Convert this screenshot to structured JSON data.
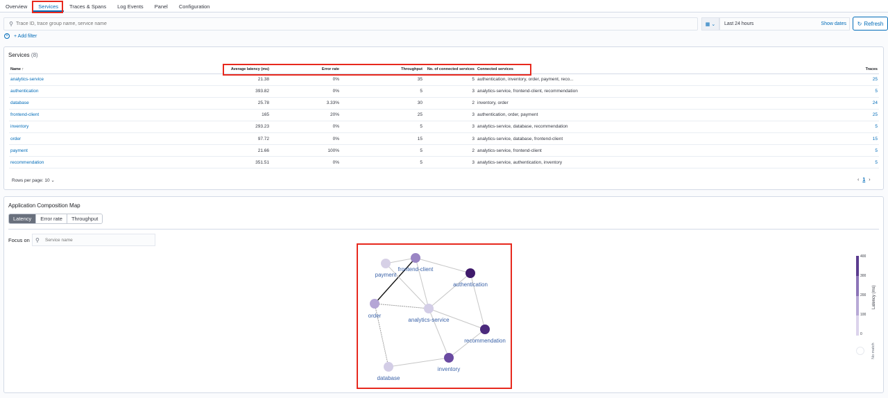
{
  "tabs": [
    {
      "label": "Overview",
      "active": false
    },
    {
      "label": "Services",
      "active": true
    },
    {
      "label": "Traces & Spans",
      "active": false
    },
    {
      "label": "Log Events",
      "active": false
    },
    {
      "label": "Panel",
      "active": false
    },
    {
      "label": "Configuration",
      "active": false
    }
  ],
  "search": {
    "placeholder": "Trace ID, trace group name, service name"
  },
  "date": {
    "range": "Last 24 hours",
    "show_dates": "Show dates"
  },
  "refresh_label": "Refresh",
  "add_filter_label": "+ Add filter",
  "services_panel": {
    "title": "Services",
    "count": "(8)",
    "columns": {
      "name": "Name",
      "sort_indicator": "↑",
      "avg_latency": "Average latency (ms)",
      "error_rate": "Error rate",
      "throughput": "Throughput",
      "connected_count": "No. of connected services",
      "connected": "Connected services",
      "traces": "Traces"
    },
    "rows": [
      {
        "name": "analytics-service",
        "latency": "21.38",
        "error_rate": "0%",
        "throughput": "35",
        "connected_count": "5",
        "connected": "authentication, inventory, order, payment, reco...",
        "traces": "25"
      },
      {
        "name": "authentication",
        "latency": "393.82",
        "error_rate": "0%",
        "throughput": "5",
        "connected_count": "3",
        "connected": "analytics-service, frontend-client, recommendation",
        "traces": "5"
      },
      {
        "name": "database",
        "latency": "25.78",
        "error_rate": "3.33%",
        "throughput": "30",
        "connected_count": "2",
        "connected": "inventory, order",
        "traces": "24"
      },
      {
        "name": "frontend-client",
        "latency": "165",
        "error_rate": "20%",
        "throughput": "25",
        "connected_count": "3",
        "connected": "authentication, order, payment",
        "traces": "25"
      },
      {
        "name": "inventory",
        "latency": "293.23",
        "error_rate": "0%",
        "throughput": "5",
        "connected_count": "3",
        "connected": "analytics-service, database, recommendation",
        "traces": "5"
      },
      {
        "name": "order",
        "latency": "97.72",
        "error_rate": "0%",
        "throughput": "15",
        "connected_count": "3",
        "connected": "analytics-service, database, frontend-client",
        "traces": "15"
      },
      {
        "name": "payment",
        "latency": "21.66",
        "error_rate": "100%",
        "throughput": "5",
        "connected_count": "2",
        "connected": "analytics-service, frontend-client",
        "traces": "5"
      },
      {
        "name": "recommendation",
        "latency": "351.51",
        "error_rate": "0%",
        "throughput": "5",
        "connected_count": "3",
        "connected": "analytics-service, authentication, inventory",
        "traces": "5"
      }
    ],
    "rows_per_page": "Rows per page: 10",
    "page": "1"
  },
  "map_panel": {
    "title": "Application Composition Map",
    "metric_buttons": [
      {
        "label": "Latency",
        "active": true
      },
      {
        "label": "Error rate",
        "active": false
      },
      {
        "label": "Throughput",
        "active": false
      }
    ],
    "focus_label": "Focus on",
    "focus_placeholder": "Service name",
    "nodes": [
      {
        "name": "frontend-client",
        "latency": 165,
        "color": "#9a85c4"
      },
      {
        "name": "payment",
        "latency": 21.66,
        "color": "#d6d0e6"
      },
      {
        "name": "authentication",
        "latency": 393.82,
        "color": "#3f1a6b"
      },
      {
        "name": "order",
        "latency": 97.72,
        "color": "#b5a6d6"
      },
      {
        "name": "analytics-service",
        "latency": 21.38,
        "color": "#d3cde6"
      },
      {
        "name": "recommendation",
        "latency": 351.51,
        "color": "#4b2a7d"
      },
      {
        "name": "inventory",
        "latency": 293.23,
        "color": "#6a4aa1"
      },
      {
        "name": "database",
        "latency": 25.78,
        "color": "#d3cde6"
      }
    ],
    "edges": [
      [
        "frontend-client",
        "payment"
      ],
      [
        "frontend-client",
        "authentication"
      ],
      [
        "frontend-client",
        "order"
      ],
      [
        "frontend-client",
        "analytics-service"
      ],
      [
        "payment",
        "analytics-service"
      ],
      [
        "authentication",
        "analytics-service"
      ],
      [
        "authentication",
        "recommendation"
      ],
      [
        "order",
        "analytics-service"
      ],
      [
        "order",
        "database"
      ],
      [
        "analytics-service",
        "recommendation"
      ],
      [
        "analytics-service",
        "inventory"
      ],
      [
        "recommendation",
        "inventory"
      ],
      [
        "inventory",
        "database"
      ]
    ],
    "highlighted_edge": [
      "frontend-client",
      "order"
    ],
    "legend": {
      "title": "Latency (ms)",
      "ticks": [
        "400",
        "300",
        "200",
        "100",
        "0"
      ],
      "colors": [
        "#5b3c8f",
        "#8c74b8",
        "#b8a9d6",
        "#dcd4ec"
      ],
      "no_match": "No match"
    }
  }
}
